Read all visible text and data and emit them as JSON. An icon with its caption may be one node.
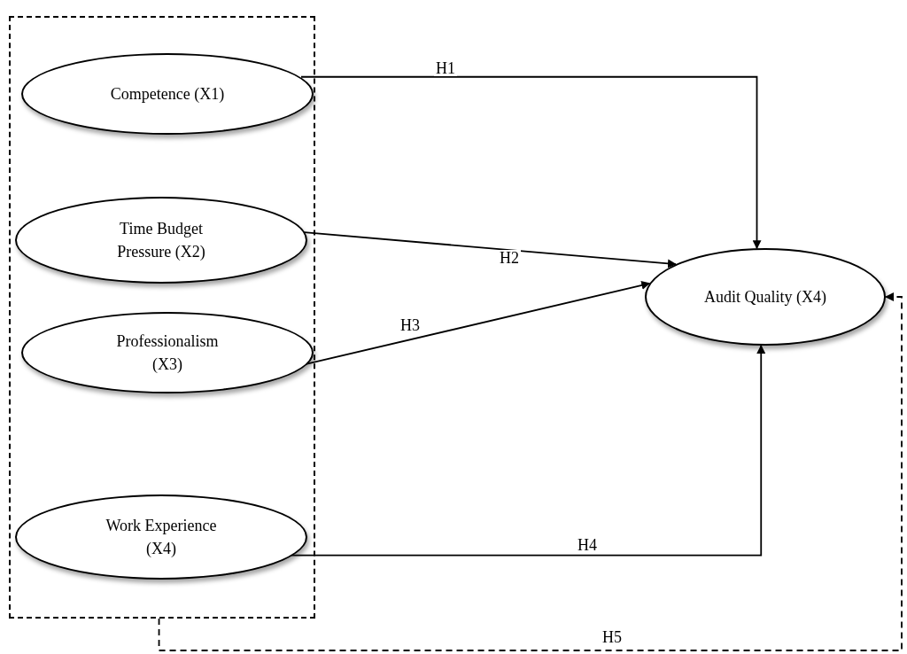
{
  "diagram": {
    "nodes": [
      {
        "text": [],
        "shape": "box"
      },
      {
        "text": [
          "Competence (X1)"
        ],
        "in": 0
      },
      {
        "text": [
          "Time Budget Pressure (X2)"
        ],
        "in": 0
      },
      {
        "text": [
          "Professionalism (X3)"
        ],
        "in": 0
      },
      {
        "text": [
          "Work Experience (X4)"
        ],
        "in": 0
      },
      {
        "text": [
          "Audit Quality (X4)"
        ]
      }
    ],
    "edges": [
      {
        "from": 1,
        "to": 5,
        "arrow": "to",
        "label": "H1"
      },
      {
        "from": 2,
        "to": 5,
        "arrow": "to",
        "label": "H2"
      },
      {
        "from": 3,
        "to": 5,
        "arrow": "to",
        "label": "H3"
      },
      {
        "from": 4,
        "to": 5,
        "arrow": "to",
        "label": "H4"
      },
      {
        "from": 0,
        "to": 5,
        "arrow": "to",
        "label": "H5",
        "style": "dashed"
      }
    ]
  }
}
